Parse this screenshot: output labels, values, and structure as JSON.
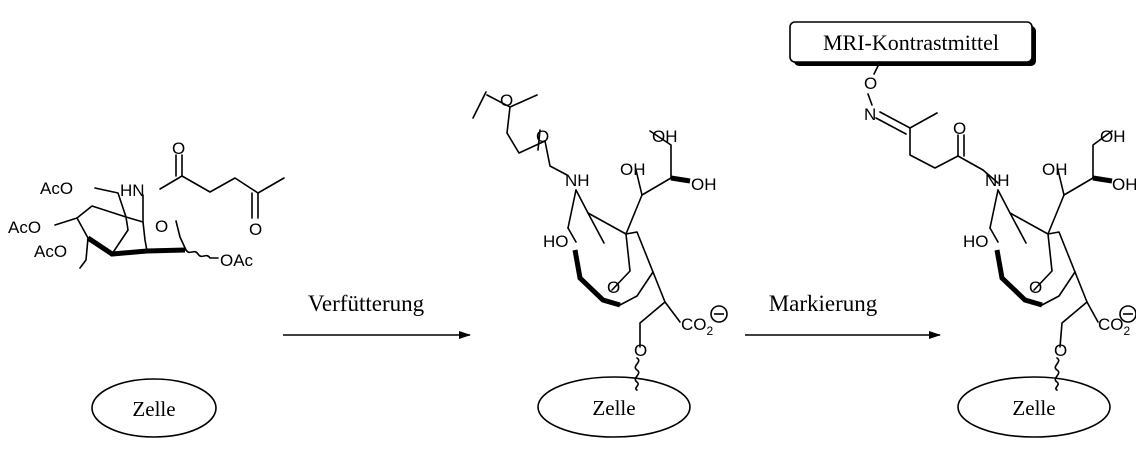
{
  "cell_label": "Zelle",
  "step1_label": "Verfütterung",
  "step2_label": "Markierung",
  "contrast_agent_label": "MRI-Kontrastmittel",
  "molecule1": {
    "aco1": "AcO",
    "aco2": "AcO",
    "aco3": "AcO",
    "oac": "OAc",
    "hn": "HN",
    "ring_o": "O",
    "keto_o1": "O",
    "keto_o2": "O"
  },
  "molecule2": {
    "keto_o": "O",
    "amide_o": "O",
    "nh": "NH",
    "ho": "HO",
    "oh1": "OH",
    "oh2": "OH",
    "oh3": "OH",
    "ring_o": "O",
    "link_o": "O",
    "co2": "CO",
    "co2_sub": "2"
  },
  "molecule3": {
    "oxime_o": "O",
    "oxime_n": "N",
    "amide_o": "O",
    "nh": "NH",
    "ho": "HO",
    "oh1": "OH",
    "oh2": "OH",
    "oh3": "OH",
    "ring_o": "O",
    "link_o": "O",
    "co2": "CO",
    "co2_sub": "2"
  }
}
